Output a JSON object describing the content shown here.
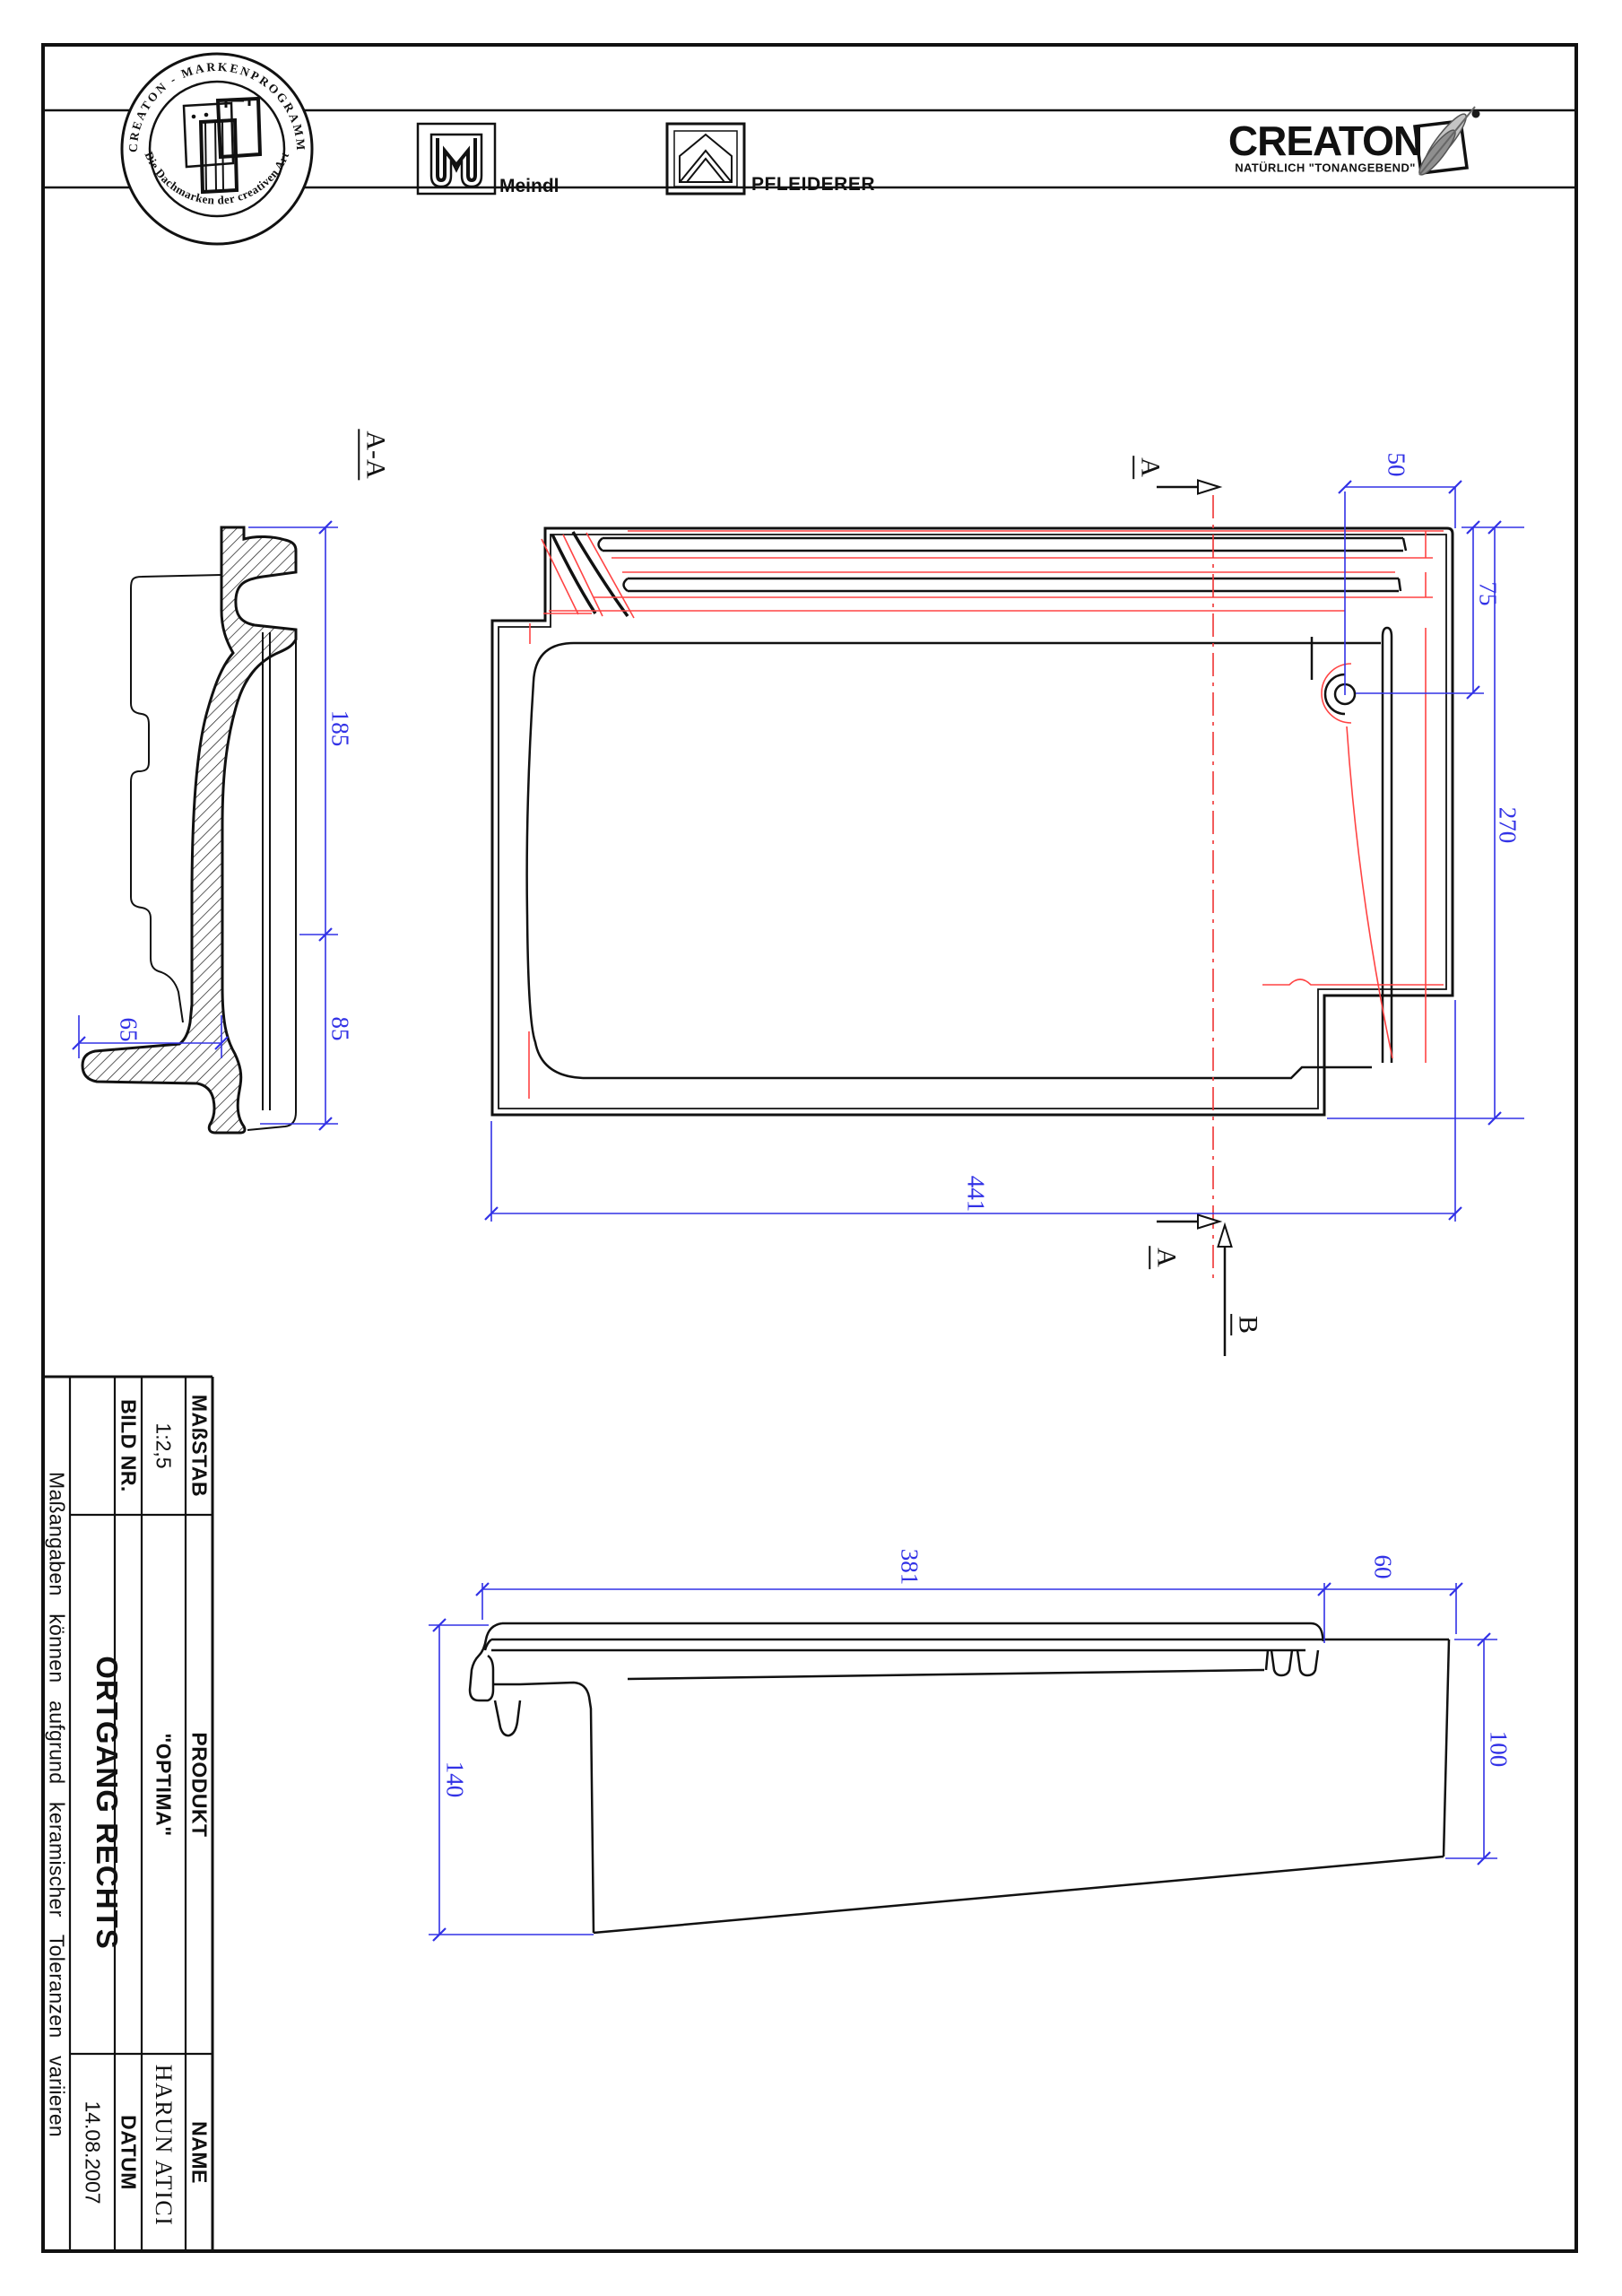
{
  "header": {
    "emblem_top": "CREATON - MARKENPROGRAMM",
    "emblem_bottom": "Die Dachmarken der creativen Art",
    "meindl_label": "Meindl",
    "pfleiderer_label": "PFLEIDERER",
    "creaton_logo": "CREATON",
    "creaton_tagline": "NATÜRLICH \"TONANGEBEND\""
  },
  "views": {
    "section_label": "A-A",
    "cut_a_top": "A",
    "cut_a_bottom": "A",
    "cut_b": "B"
  },
  "dimensions": {
    "plan_50": "50",
    "plan_75": "75",
    "plan_270": "270",
    "plan_441": "441",
    "section_185": "185",
    "section_85": "85",
    "section_65": "65",
    "side_381": "381",
    "side_60": "60",
    "side_140": "140",
    "side_100": "100"
  },
  "titleblock": {
    "massstab_label": "MAßSTAB",
    "massstab_value": "1:2,5",
    "bild_label": "BILD NR.",
    "produkt_label": "PRODUKT",
    "produkt_value": "\"OPTIMA\"",
    "variant": "ORTGANG RECHTS",
    "name_label": "NAME",
    "name_value": "HARUN ATICI",
    "datum_label": "DATUM",
    "datum_value": "14.08.2007",
    "note": "Maßangaben können aufgrund keramischer Toleranzen variieren"
  }
}
